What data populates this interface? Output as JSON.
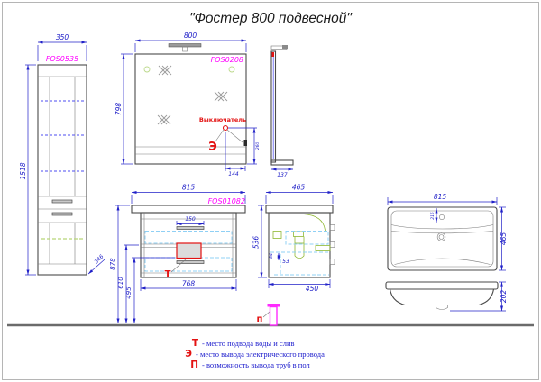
{
  "title": "\"Фостер 800 подвесной\"",
  "codes": {
    "cabinet": "FOS0535",
    "mirror": "FOS0208",
    "vanity": "FOS01082"
  },
  "dims": {
    "cabinet_width": "350",
    "cabinet_height": "1518",
    "cabinet_depth": "346",
    "mirror_width": "800",
    "mirror_height": "798",
    "mirror_depth": "137",
    "switch_height": "260",
    "switch_offset": "144",
    "vanity_width": "815",
    "vanity_body_width": "768",
    "vanity_cutout": "150",
    "vanity_top_height": "878",
    "vanity_mid_height": "610",
    "vanity_drain_height": "495",
    "vanity_depth": "465",
    "vanity_height": "536",
    "vanity_body_depth": "450",
    "vanity_gap": "53",
    "vanity_small": "84",
    "sink_width": "815",
    "sink_depth": "465",
    "sink_height": "202",
    "sink_faucet_offset": "215"
  },
  "markers": {
    "switch_label": "Выключатель",
    "electric": "Э",
    "water": "Т",
    "floor_pipe": "п"
  },
  "legend": {
    "items": [
      {
        "key": "Т",
        "text": "- место подвода воды и слив"
      },
      {
        "key": "Э",
        "text": "- место вывода электрического провода"
      },
      {
        "key": "П",
        "text": "- возможность вывода труб в пол"
      }
    ]
  },
  "colors": {
    "dimension": "#2020c8",
    "code_label": "#ff00ff",
    "marker_red": "#e31212",
    "pipe_magenta": "#ff2bff",
    "drawing_line": "#4a4a4a",
    "shelf_dash_blue": "#4c4cf0",
    "inner_dash_cyan": "#8fd0f5",
    "fitting_green": "#8fb832"
  }
}
